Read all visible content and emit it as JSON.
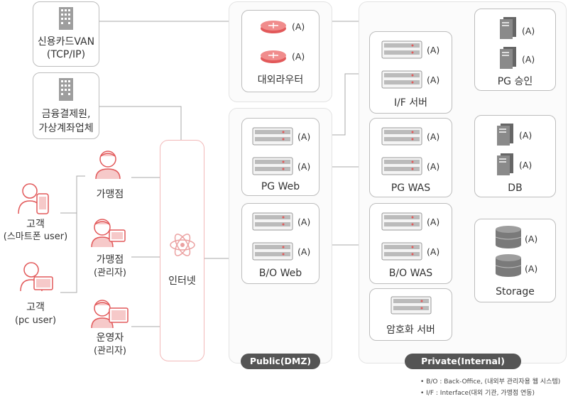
{
  "entities": {
    "van": {
      "line1": "신용카드VAN",
      "line2": "(TCP/IP)"
    },
    "finance": {
      "line1": "금융결제원,",
      "line2": "가상계좌업체"
    },
    "customer_mobile": {
      "line1": "고객",
      "line2": "(스마트폰 user)"
    },
    "customer_pc": {
      "line1": "고객",
      "line2": "(pc user)"
    },
    "merchant": {
      "label": "가맹점"
    },
    "merchant_admin": {
      "line1": "가맹점",
      "line2": "(관리자)"
    },
    "operator_admin": {
      "line1": "운영자",
      "line2": "(관리자)"
    },
    "internet": {
      "label": "인터넷"
    }
  },
  "nodes": {
    "external_router": {
      "label": "대외라우터",
      "tag": "(A)"
    },
    "pg_web": {
      "label": "PG Web",
      "tag": "(A)"
    },
    "bo_web": {
      "label": "B/O Web",
      "tag": "(A)"
    },
    "if_server": {
      "label": "I/F 서버",
      "tag": "(A)"
    },
    "pg_was": {
      "label": "PG WAS",
      "tag": "(A)"
    },
    "bo_was": {
      "label": "B/O WAS",
      "tag": "(A)"
    },
    "crypto_server": {
      "label": "암호화 서버"
    },
    "pg_approval": {
      "label": "PG 승인",
      "tag": "(A)"
    },
    "db": {
      "label": "DB",
      "tag": "(A)"
    },
    "storage": {
      "label": "Storage",
      "tag": "(A)"
    }
  },
  "zones": {
    "public": "Public(DMZ)",
    "private": "Private(Internal)"
  },
  "notes": [
    "B/O : Back-Office, (내외부 관리자용 웹 시스템)",
    "I/F : Interface(대외 기관, 가맹점 연동)"
  ],
  "colors": {
    "accent": "#e2595a",
    "accent_light": "#f6c9c9",
    "line": "#9e9e9e",
    "server": "#8a8a8a",
    "pill": "#555555"
  }
}
